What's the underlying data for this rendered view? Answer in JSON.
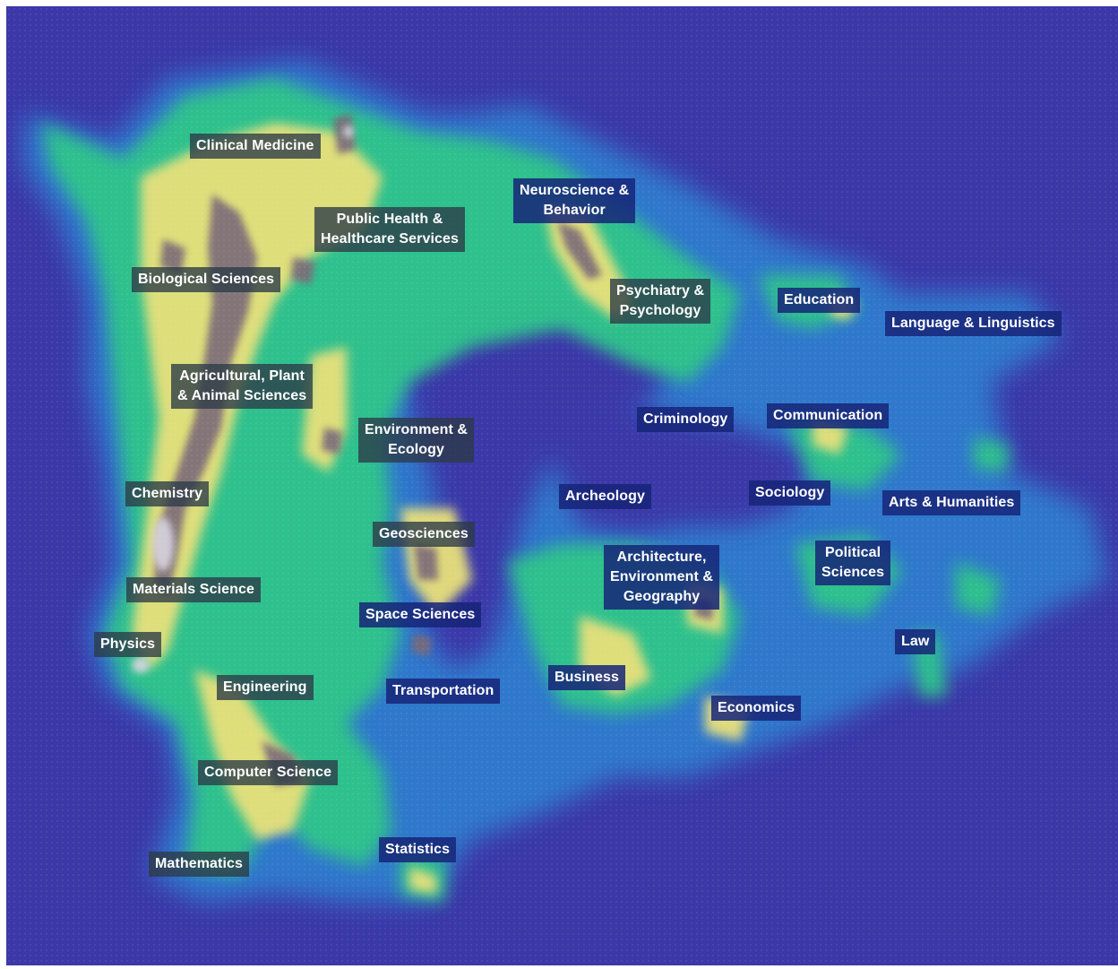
{
  "title": "",
  "colors": {
    "ocean": "#3b38a8",
    "low": "#2f7fd0",
    "mid": "#2fc48a",
    "high": "#e8e07a",
    "peak": "#7a6a78",
    "summit": "#d8d4e0",
    "label_dark": "#2c3a46",
    "label_blue": "#162478"
  },
  "labels": {
    "clinical_medicine": "Clinical Medicine",
    "neuroscience_behavior": "Neuroscience &\nBehavior",
    "public_health": "Public Health &\nHealthcare Services",
    "biological_sciences": "Biological Sciences",
    "psychiatry_psychology": "Psychiatry &\nPsychology",
    "education": "Education",
    "language_linguistics": "Language & Linguistics",
    "agricultural": "Agricultural, Plant\n& Animal Sciences",
    "environment_ecology": "Environment &\nEcology",
    "criminology": "Criminology",
    "communication": "Communication",
    "chemistry": "Chemistry",
    "archeology": "Archeology",
    "sociology": "Sociology",
    "arts_humanities": "Arts & Humanities",
    "geosciences": "Geosciences",
    "architecture": "Architecture,\nEnvironment &\nGeography",
    "political_sciences": "Political\nSciences",
    "materials_science": "Materials Science",
    "space_sciences": "Space Sciences",
    "physics": "Physics",
    "law": "Law",
    "engineering": "Engineering",
    "transportation": "Transportation",
    "business": "Business",
    "economics": "Economics",
    "computer_science": "Computer Science",
    "statistics": "Statistics",
    "mathematics": "Mathematics"
  }
}
